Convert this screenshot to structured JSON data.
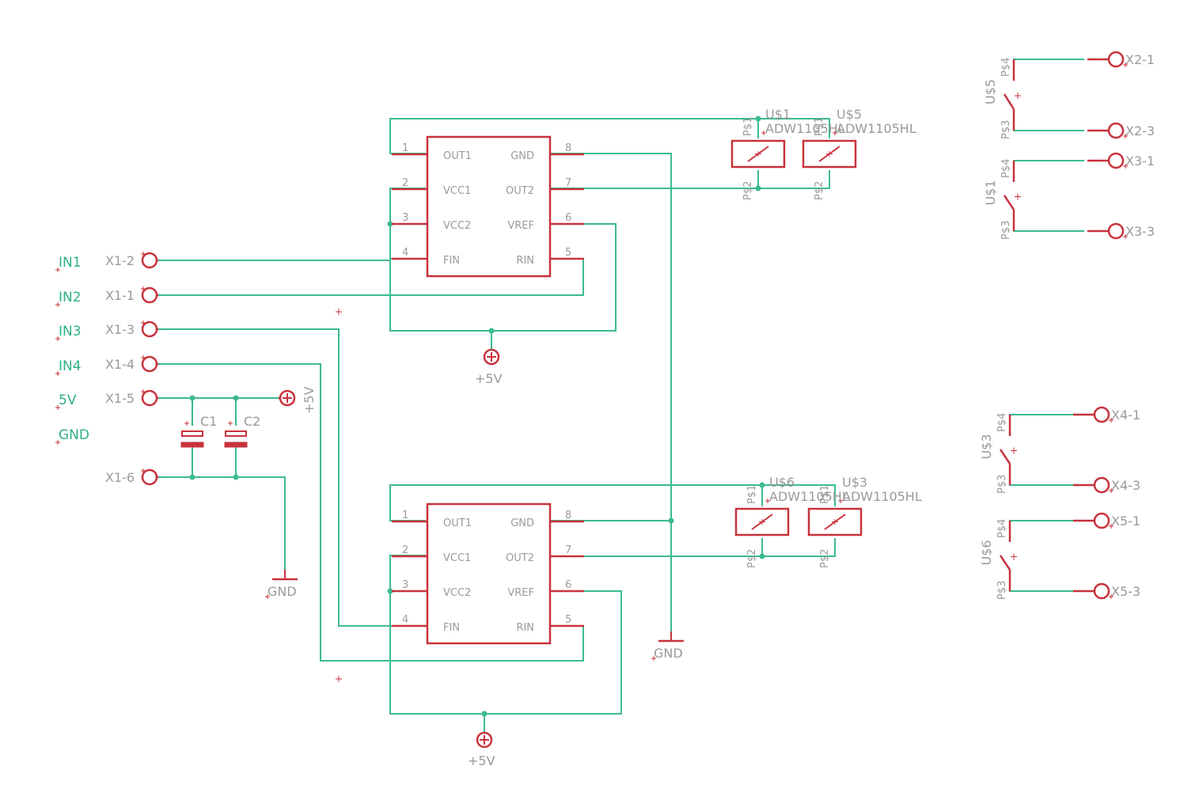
{
  "colors": {
    "wire": "#3cba91",
    "part": "#c8323c",
    "text": "#9a9a9a",
    "net": "#2fb08a"
  },
  "net_labels": [
    "IN1",
    "IN2",
    "IN3",
    "IN4",
    "5V",
    "GND"
  ],
  "connectors": [
    "X1-2",
    "X1-1",
    "X1-3",
    "X1-4",
    "X1-5",
    "X1-6"
  ],
  "capacitors": [
    "C1",
    "C2"
  ],
  "power_labels": {
    "vcc": "+5V",
    "gnd": "GND"
  },
  "ic_pins": {
    "left": [
      {
        "num": "1",
        "name": "OUT1"
      },
      {
        "num": "2",
        "name": "VCC1"
      },
      {
        "num": "3",
        "name": "VCC2"
      },
      {
        "num": "4",
        "name": "FIN"
      }
    ],
    "right": [
      {
        "num": "8",
        "name": "GND"
      },
      {
        "num": "7",
        "name": "OUT2"
      },
      {
        "num": "6",
        "name": "VREF"
      },
      {
        "num": "5",
        "name": "RIN"
      }
    ]
  },
  "relay_coils": [
    {
      "ref": "U$1",
      "value": "ADW1105HL"
    },
    {
      "ref": "U$5",
      "value": "ADW1105HL"
    },
    {
      "ref": "U$6",
      "value": "ADW1105HL"
    },
    {
      "ref": "U$3",
      "value": "ADW1105HL"
    }
  ],
  "relay_pins": {
    "p1": "P$1",
    "p2": "P$2",
    "p3": "P$3",
    "p4": "P$4"
  },
  "relay_switches": [
    {
      "ref": "U$5",
      "top": "X2-1",
      "bottom": "X2-3"
    },
    {
      "ref": "U$1",
      "top": "X3-1",
      "bottom": "X3-3"
    },
    {
      "ref": "U$3",
      "top": "X4-1",
      "bottom": "X4-3"
    },
    {
      "ref": "U$6",
      "top": "X5-1",
      "bottom": "X5-3"
    }
  ]
}
